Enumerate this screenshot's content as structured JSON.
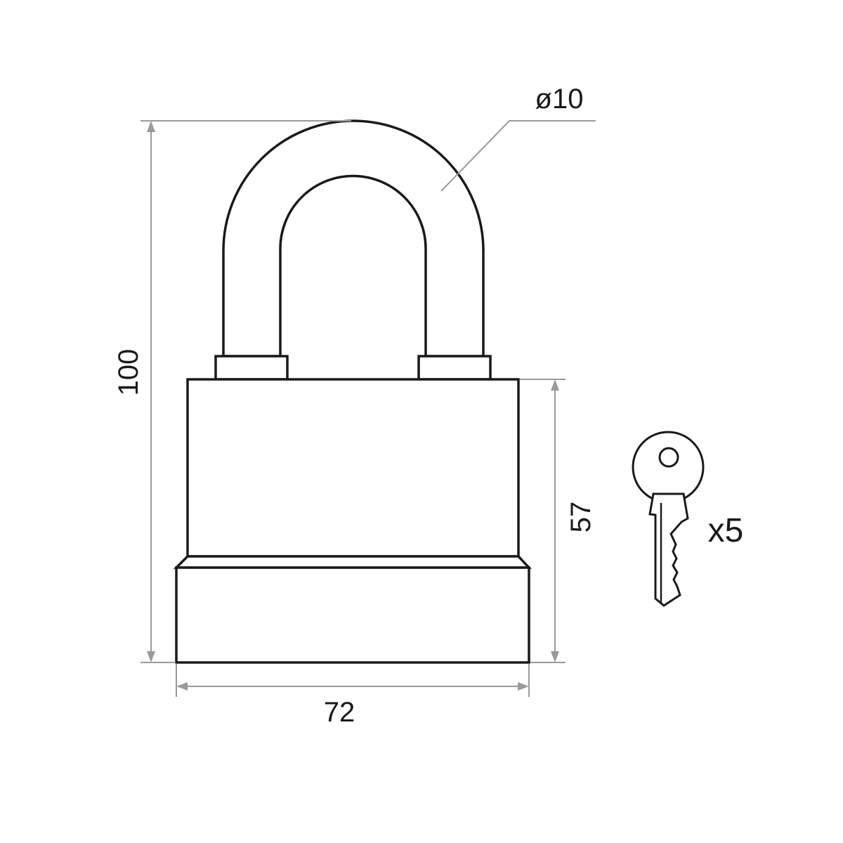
{
  "drawing": {
    "subject": "padlock",
    "dimensions": {
      "height_total": "100",
      "body_height": "57",
      "width": "72",
      "shackle_diameter": "ø10"
    },
    "key_count": "x5"
  }
}
